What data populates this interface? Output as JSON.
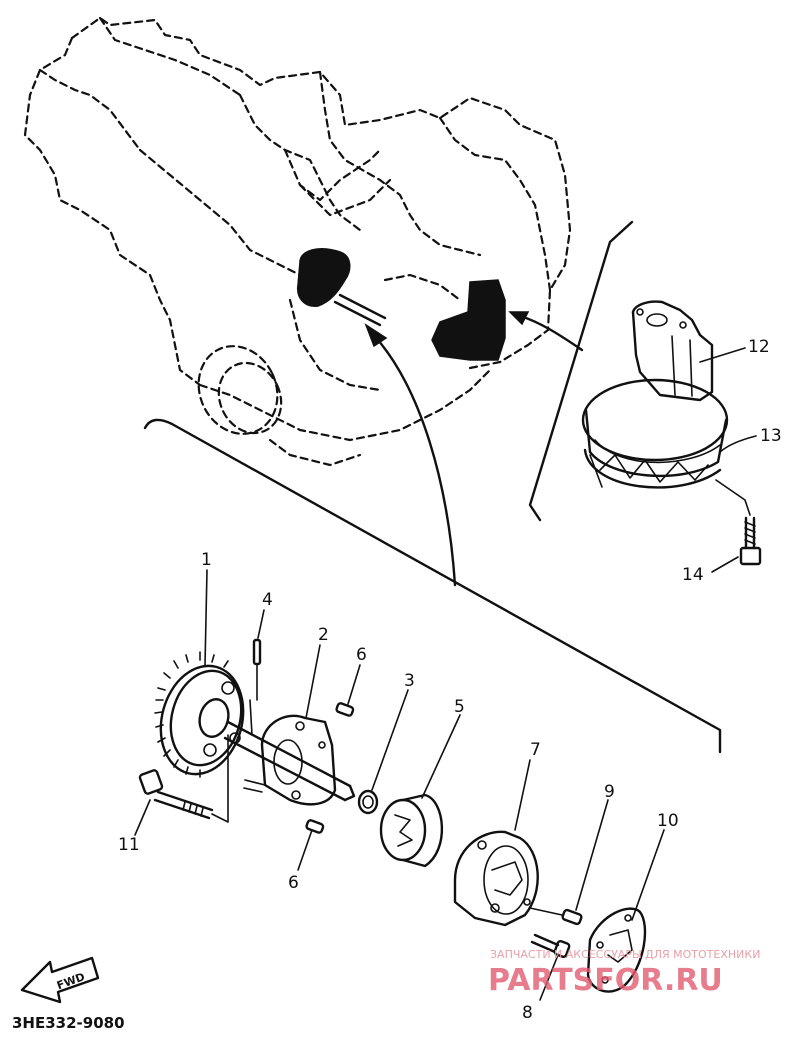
{
  "diagram": {
    "code": "3HE332-9080",
    "direction_label": "FWD",
    "callouts": [
      {
        "id": "1",
        "text": "1"
      },
      {
        "id": "2",
        "text": "2"
      },
      {
        "id": "3",
        "text": "3"
      },
      {
        "id": "4",
        "text": "4"
      },
      {
        "id": "5",
        "text": "5"
      },
      {
        "id": "6a",
        "text": "6"
      },
      {
        "id": "6b",
        "text": "6"
      },
      {
        "id": "7",
        "text": "7"
      },
      {
        "id": "8",
        "text": "8"
      },
      {
        "id": "9",
        "text": "9"
      },
      {
        "id": "10",
        "text": "10"
      },
      {
        "id": "11",
        "text": "11"
      },
      {
        "id": "12",
        "text": "12"
      },
      {
        "id": "13",
        "text": "13"
      },
      {
        "id": "14",
        "text": "14"
      }
    ]
  },
  "watermark": {
    "tagline": "ЗАПЧАСТИ И АКСЕССУАРЫ ДЛЯ МОТОТЕХНИКИ",
    "brand": "PARTSFOR.RU"
  }
}
